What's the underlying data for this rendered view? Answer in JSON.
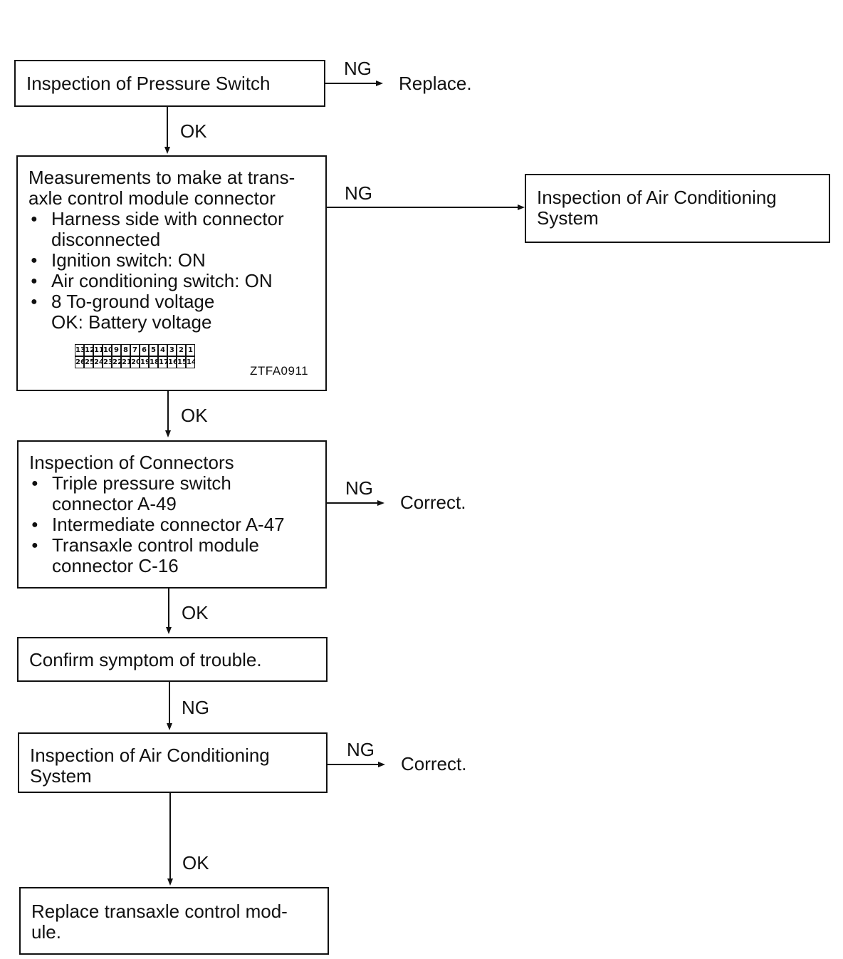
{
  "flowchart": {
    "steps": {
      "pressure_switch": {
        "title": "Inspection of Pressure Switch",
        "ng_label": "NG",
        "ng_result": "Replace."
      },
      "ok1": "OK",
      "measurements": {
        "title_line1": "Measurements to make at trans-",
        "title_line2": "axle control module connector",
        "bullets": [
          "Harness side with connector disconnected",
          "Ignition switch: ON",
          "Air conditioning switch: ON",
          "8 To-ground voltage"
        ],
        "ok_line": "OK: Battery voltage",
        "connector_code": "ZTFA0911",
        "connector_pins_top": [
          "13",
          "12",
          "11",
          "10",
          "9",
          "8",
          "7",
          "6",
          "5",
          "4",
          "3",
          "2",
          "1"
        ],
        "connector_pins_bottom": [
          "26",
          "25",
          "24",
          "23",
          "22",
          "21",
          "20",
          "19",
          "18",
          "17",
          "16",
          "15",
          "14"
        ],
        "ng_label": "NG",
        "ng_target": "Inspection of Air Conditioning System"
      },
      "ok2": "OK",
      "connectors": {
        "title": "Inspection of Connectors",
        "bullets": [
          "Triple pressure switch connector A-49",
          "Intermediate connector A-47",
          "Transaxle control module connector C-16"
        ],
        "ng_label": "NG",
        "ng_result": "Correct."
      },
      "ok3": "OK",
      "confirm": {
        "title": "Confirm symptom of trouble."
      },
      "ng4": "NG",
      "ac_system": {
        "title": "Inspection of Air Conditioning System",
        "ng_label": "NG",
        "ng_result": "Correct."
      },
      "ok5": "OK",
      "replace": {
        "title": "Replace transaxle control mod-ule."
      }
    }
  }
}
